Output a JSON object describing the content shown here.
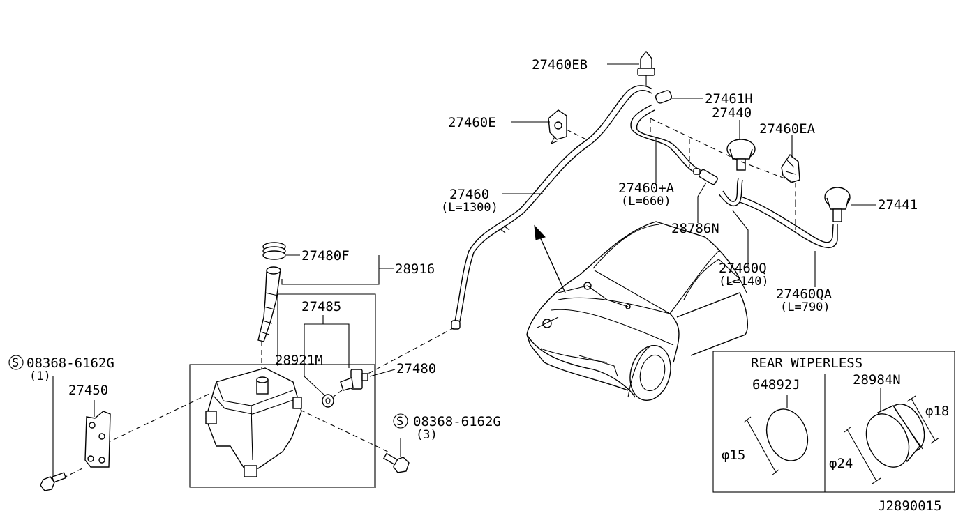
{
  "labels": {
    "p27460EB": "27460EB",
    "p27461H": "27461H",
    "p27460E": "27460E",
    "p27440": "27440",
    "p27460EA": "27460EA",
    "p27460": "27460",
    "p27460_len": "(L=1300)",
    "p27460A": "27460+A",
    "p27460A_len": "(L=660)",
    "p27441": "27441",
    "p28786N": "28786N",
    "p27480F": "27480F",
    "p28916": "28916",
    "p27460Q": "27460Q",
    "p27460Q_len": "(L=140)",
    "p27460QA": "27460QA",
    "p27460QA_len": "(L=790)",
    "p27485": "27485",
    "p28921M": "28921M",
    "p27480": "27480",
    "p08368_a": "08368-6162G",
    "p08368_a_qty": "(1)",
    "p27450": "27450",
    "p08368_b": "08368-6162G",
    "p08368_b_qty": "(3)",
    "p64892J": "64892J",
    "p28984N": "28984N",
    "dia15": "φ15",
    "dia24": "φ24",
    "dia18": "φ18",
    "bolt_symbol": "S"
  },
  "rear_wiperless_title": "REAR WIPERLESS",
  "diagram_code": "J2890015"
}
